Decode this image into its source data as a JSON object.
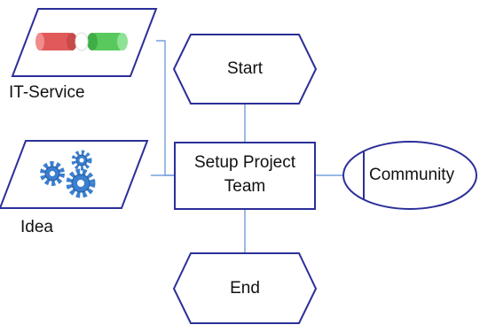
{
  "diagram": {
    "nodes": {
      "start": {
        "label": "Start"
      },
      "end": {
        "label": "End"
      },
      "task": {
        "label_line1": "Setup Project",
        "label_line2": "Team"
      },
      "community": {
        "label": "Community"
      },
      "it_service": {
        "label": "IT-Service",
        "icon": "toggle-switch-icon"
      },
      "idea": {
        "label": "Idea",
        "icon": "gears-icon"
      }
    },
    "colors": {
      "shape_stroke": "#2b2f99",
      "connector": "#5b8fd6",
      "icon_red": "#e05a5a",
      "icon_green": "#59c95e",
      "gear_blue": "#3a7fd0"
    }
  }
}
